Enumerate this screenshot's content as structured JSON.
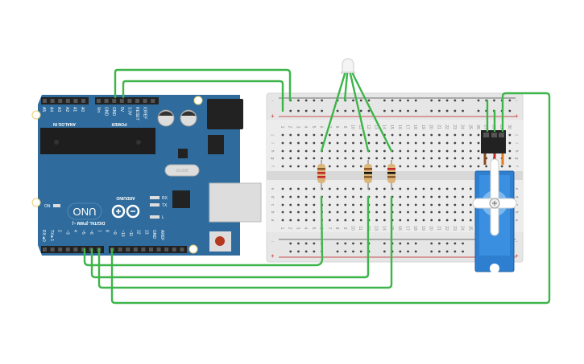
{
  "colors": {
    "board": "#2f6c9d",
    "wire": "#3db54a",
    "breadboard": "#e6e6e6",
    "servo": "#2e7fcf"
  },
  "arduino": {
    "brand": "ARDUINO",
    "model": "UNO",
    "analog_header": "ANALOG IN",
    "power_header": "POWER",
    "digital_header": "DIGITAL (PWM ~)",
    "on": "ON",
    "rx": "RX",
    "tx": "TX",
    "l": "L",
    "analog_pins": [
      "A5",
      "A4",
      "A3",
      "A2",
      "A1",
      "A0"
    ],
    "power_pins": [
      "Vin",
      "GND",
      "GND",
      "5V",
      "3.3V",
      "RESET",
      "IOREF"
    ],
    "digital_pins": [
      "RX◄0",
      "TX►1",
      "2",
      "~3",
      "4",
      "~5",
      "~6",
      "7",
      "8",
      "~9",
      "~10",
      "~11",
      "12",
      "13",
      "GND",
      "AREF"
    ],
    "crystal": "16.000"
  },
  "breadboard": {
    "rows_top": [
      "j",
      "i",
      "h",
      "g",
      "f"
    ],
    "rows_bottom": [
      "e",
      "d",
      "c",
      "b",
      "a"
    ],
    "columns": 30,
    "minus": "−",
    "plus": "+"
  }
}
